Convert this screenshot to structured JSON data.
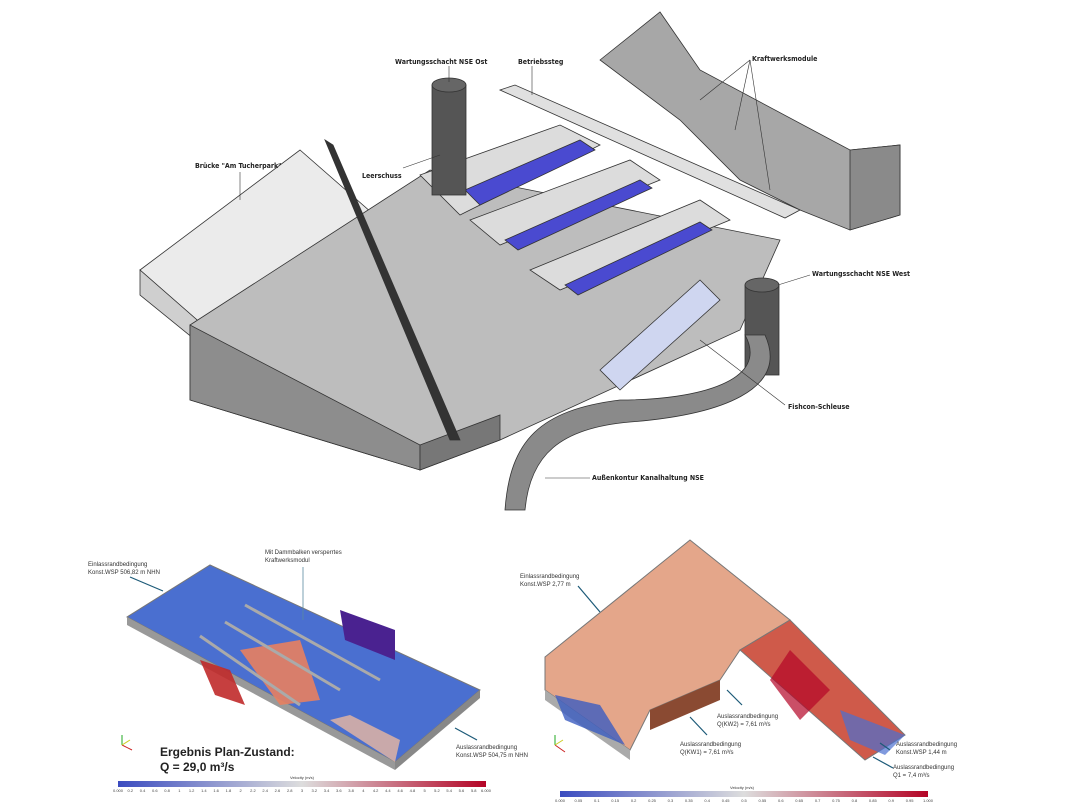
{
  "top_drawing": {
    "labels": {
      "shaft_east": "Wartungsschacht NSE Ost",
      "walkway": "Betriebssteg",
      "modules": "Kraftwerksmodule",
      "bridge": "Brücke \"Am Tucherpark\"",
      "spillway": "Leerschuss",
      "shaft_west": "Wartungsschacht NSE West",
      "fish_lock": "Fishcon-Schleuse",
      "outer_contour": "Außenkontur Kanalhaltung NSE"
    },
    "colors": {
      "concrete": "#9a9a9a",
      "water": "#4a4ad0"
    }
  },
  "sim_left": {
    "inlet": [
      "Einlassrandbedingung",
      "Konst.WSP 506,82 m NHN"
    ],
    "module_note": [
      "Mit Dammbalken versperrtes",
      "Kraftwerksmodul"
    ],
    "outlet": [
      "Auslassrandbedingung",
      "Konst.WSP 504,75 m NHN"
    ],
    "result_title": "Ergebnis Plan-Zustand:",
    "result_q": "Q = 29,0 m³/s",
    "colorbar_title": "Velocity (m/s)",
    "colorbar_ticks": [
      "0.000",
      "0.2",
      "0.4",
      "0.6",
      "0.8",
      "1",
      "1.2",
      "1.4",
      "1.6",
      "1.8",
      "2",
      "2.2",
      "2.4",
      "2.6",
      "2.8",
      "3",
      "3.2",
      "3.4",
      "3.6",
      "3.8",
      "4",
      "4.2",
      "4.4",
      "4.6",
      "4.8",
      "5",
      "5.2",
      "5.4",
      "5.6",
      "5.8",
      "6.000"
    ]
  },
  "sim_right": {
    "inlet": [
      "Einlassrandbedingung",
      "Konst.WSP 2,77 m"
    ],
    "outlet_a": [
      "Auslassrandbedingung",
      "Q(KW2) = 7,61 m³/s"
    ],
    "outlet_b": [
      "Auslassrandbedingung",
      "Q(KW1) = 7,61 m³/s"
    ],
    "outlet_c": [
      "Auslassrandbedingung",
      "Konst.WSP 1,44 m"
    ],
    "outlet_d": [
      "Auslassrandbedingung",
      "Q1 = 7,4 m³/s"
    ],
    "colorbar_title": "Velocity (m/s)",
    "colorbar_ticks": [
      "0.000",
      "0.05",
      "0.1",
      "0.15",
      "0.2",
      "0.25",
      "0.3",
      "0.35",
      "0.4",
      "0.45",
      "0.5",
      "0.55",
      "0.6",
      "0.65",
      "0.7",
      "0.75",
      "0.8",
      "0.85",
      "0.9",
      "0.95",
      "1.000"
    ]
  },
  "colormap": {
    "low": "#3b4cc0",
    "mid": "#dddddd",
    "high": "#b40426"
  }
}
